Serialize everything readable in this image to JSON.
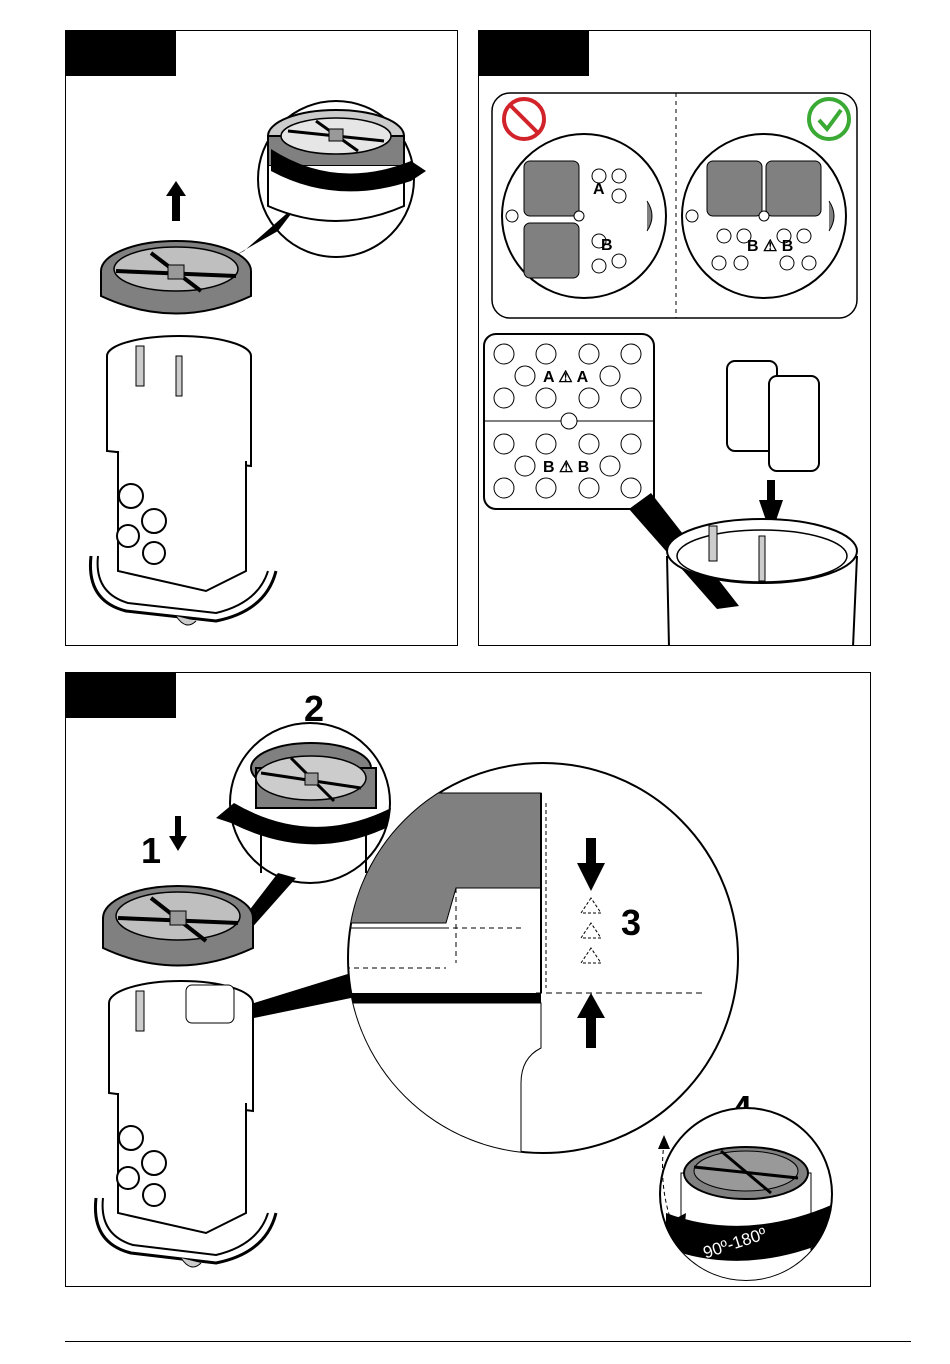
{
  "panel_b": {
    "group_a_label": "A ⚠ A",
    "group_b_label": "B ⚠ B",
    "small_a_label": "A",
    "small_b_label": "B",
    "small_ba_label": "B ⚠ B",
    "wrong_icon": "prohibited-icon",
    "correct_icon": "checkmark-icon"
  },
  "panel_c": {
    "step1": "1",
    "step2": "2",
    "step3": "3",
    "step4": "4",
    "rotation": "90º-180º"
  },
  "colors": {
    "prohibited": "#d2232a",
    "correct": "#3aaa35",
    "gray_fill": "#808080",
    "light_gray": "#cccccc"
  }
}
